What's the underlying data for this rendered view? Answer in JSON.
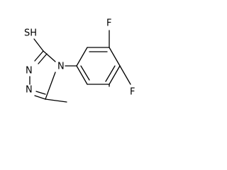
{
  "molecule": {
    "labels": {
      "f_top": "F",
      "f_bottom": "F",
      "sh": "SH",
      "n_ring": "N",
      "n_left_top": "N",
      "n_left_bottom": "N"
    }
  },
  "colors": {
    "bond": "#000000",
    "label": "#000000",
    "background": "#ffffff"
  }
}
